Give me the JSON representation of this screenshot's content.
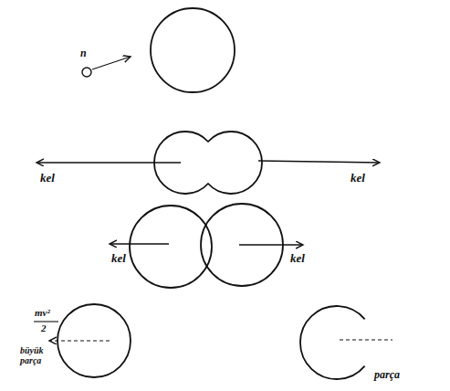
{
  "diagram": {
    "labels": [
      "n",
      "kel",
      "kel",
      "kel",
      "kel",
      "mv²",
      "2",
      "büyük parça",
      "parça"
    ]
  }
}
